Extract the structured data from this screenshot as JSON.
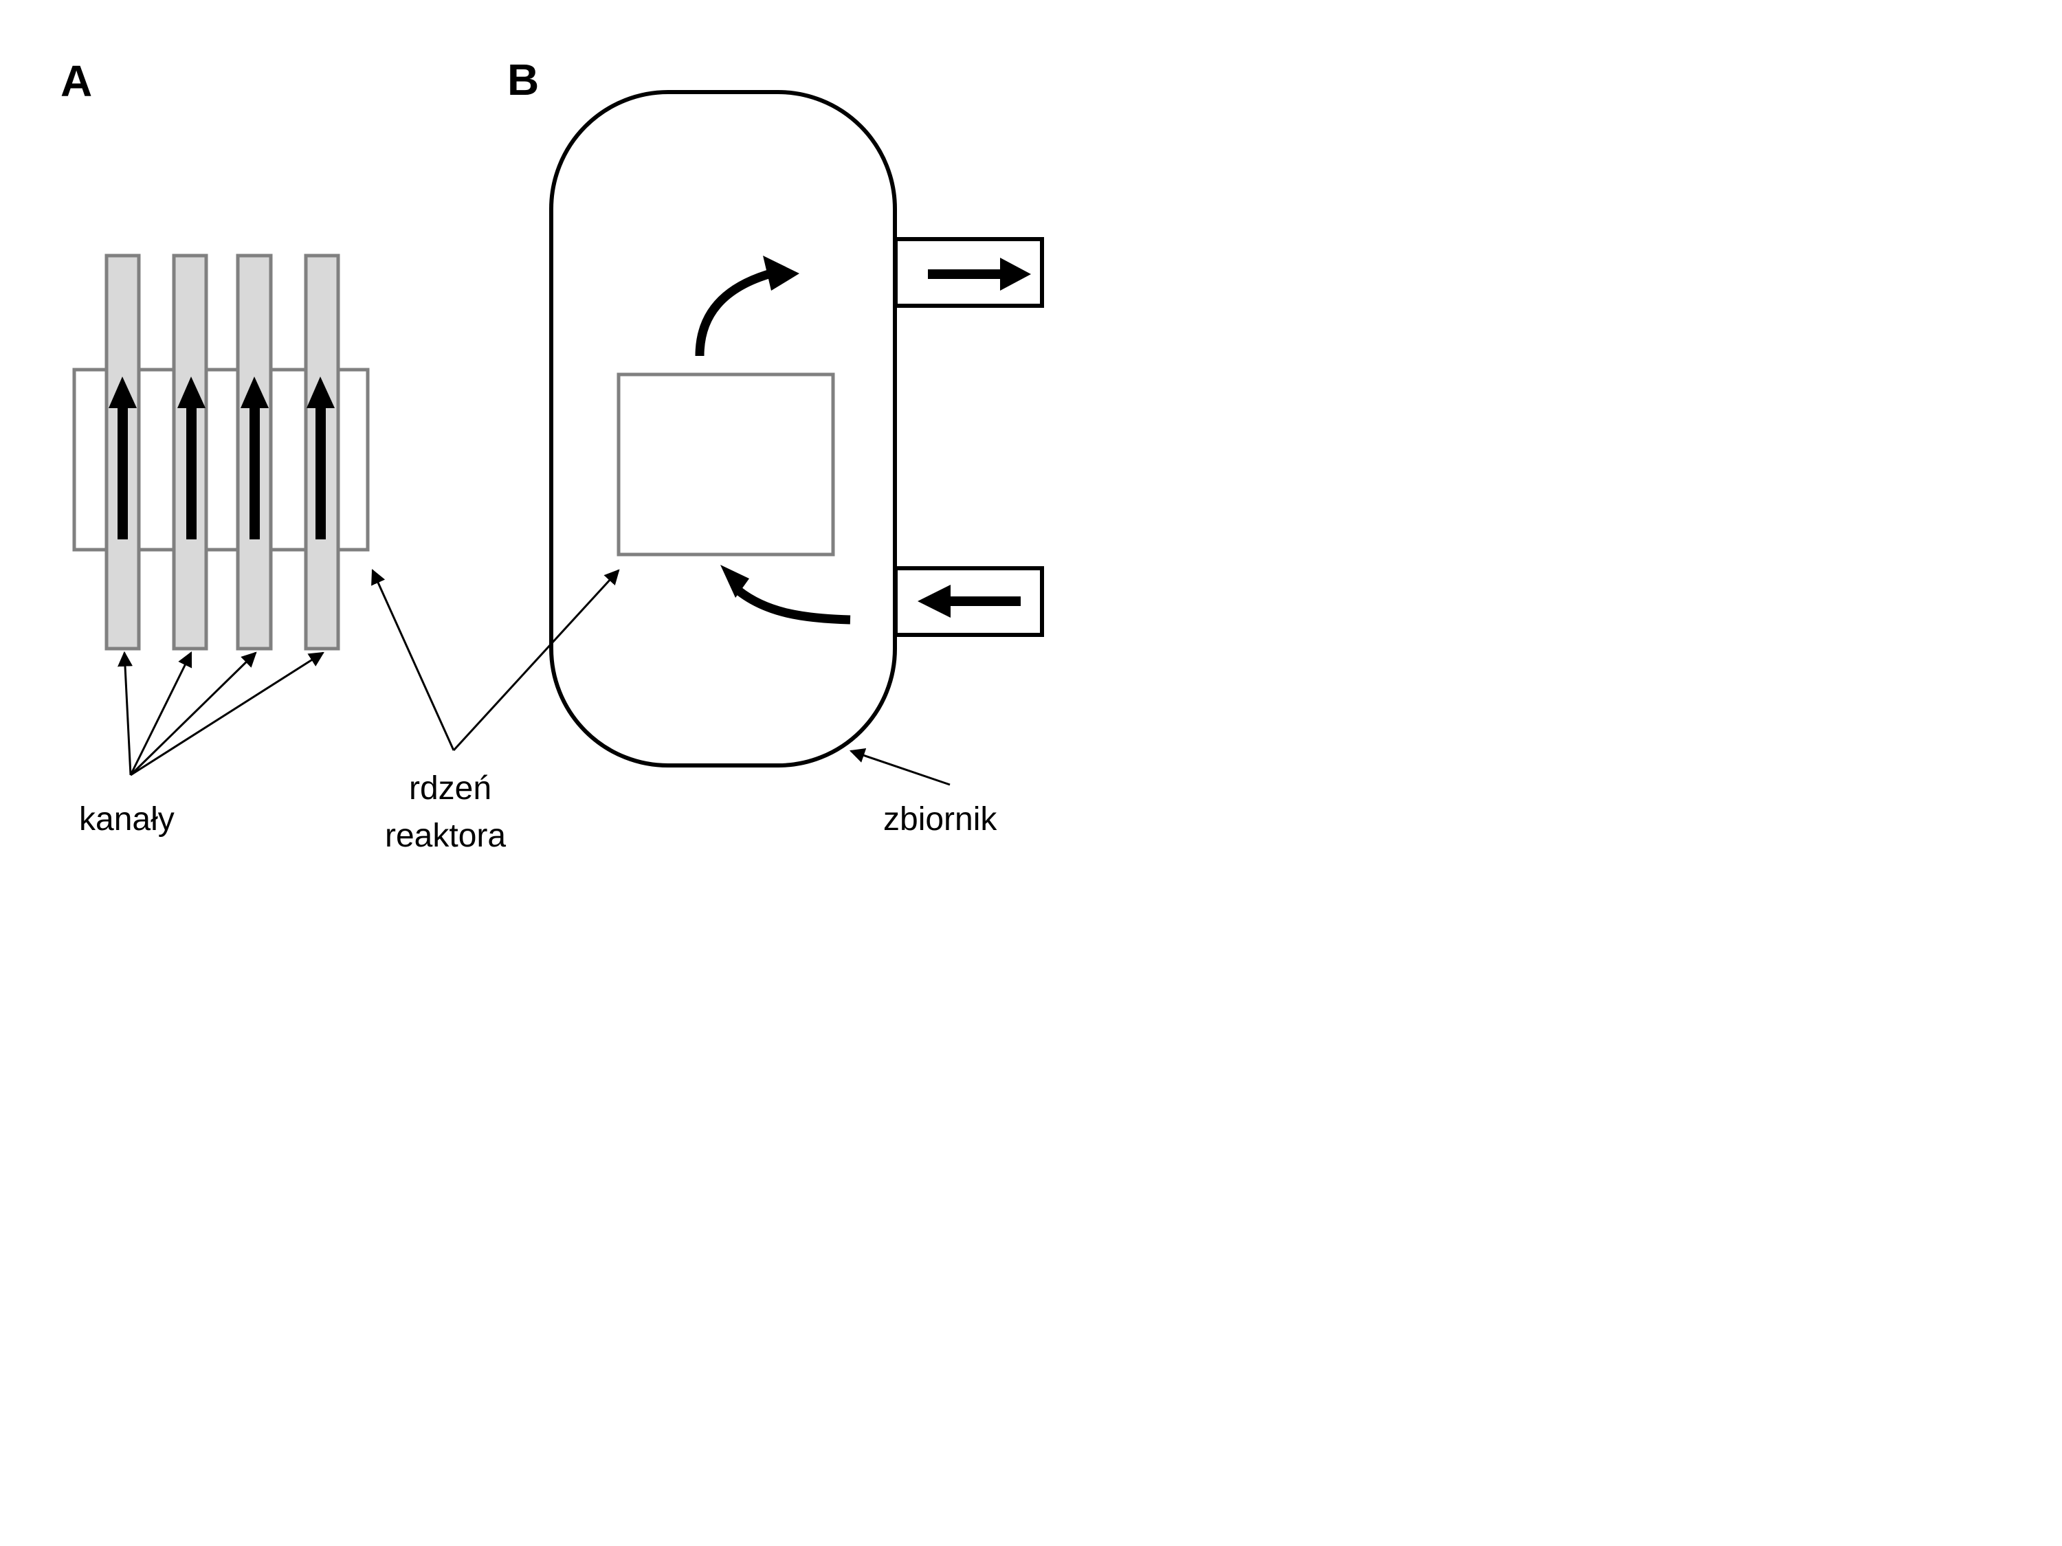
{
  "panels": {
    "a": {
      "label": "A"
    },
    "b": {
      "label": "B"
    }
  },
  "labels": {
    "channels": "kanały",
    "core_line1": "rdzeń",
    "core_line2": "reaktora",
    "vessel": "zbiornik"
  },
  "colors": {
    "outline_dark": "#000000",
    "outline_gray": "#808080",
    "channel_fill": "#d9d9d9",
    "background": "#ffffff"
  }
}
